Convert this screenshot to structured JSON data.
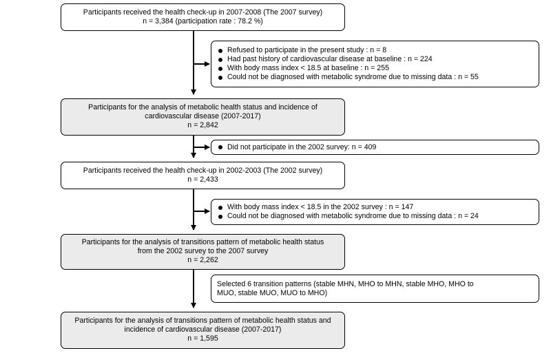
{
  "boxes": {
    "survey2007": {
      "lines": [
        "Participants received the health check-up in 2007-2008 (The 2007 survey)",
        "n = 3,384 (participation rate : 78.2 %)"
      ]
    },
    "exclusion1": {
      "items": [
        "Refused to participate in the present study : n = 8",
        "Had past  history of cardiovascular disease at baseline : n = 224",
        "With body mass index < 18.5 at baseline : n = 255",
        "Could not be diagnosed with metabolic syndrome due to missing data : n = 55"
      ]
    },
    "cvd_analysis": {
      "lines": [
        "Participants for the analysis of metabolic health status and incidence of",
        "cardiovascular disease (2007-2017)",
        "n = 2,842"
      ]
    },
    "exclusion2": {
      "items": [
        "Did not participate in the 2002 survey: n = 409"
      ]
    },
    "survey2002": {
      "lines": [
        "Participants received the health check-up in 2002-2003 (The 2002 survey)",
        "n = 2,433"
      ]
    },
    "exclusion3": {
      "items": [
        "With body mass index < 18.5  in the 2002 survey : n = 147",
        "Could not be diagnosed with metabolic syndrome due to missing data : n = 24"
      ]
    },
    "transition_analysis": {
      "lines": [
        "Participants for the analysis of transitions pattern of metabolic health status",
        "from the 2002 survey to the 2007 survey",
        "n = 2,262"
      ]
    },
    "selection": {
      "lines": [
        "Selected 6 transition patterns (stable MHN, MHO to MHN, stable MHO, MHO to",
        "MUO, stable MUO, MUO to MHO)"
      ]
    },
    "final_analysis": {
      "lines": [
        "Participants for the analysis of transitions pattern of metabolic health status and",
        "incidence of cardiovascular disease (2007-2017)",
        "n = 1,595"
      ]
    }
  }
}
